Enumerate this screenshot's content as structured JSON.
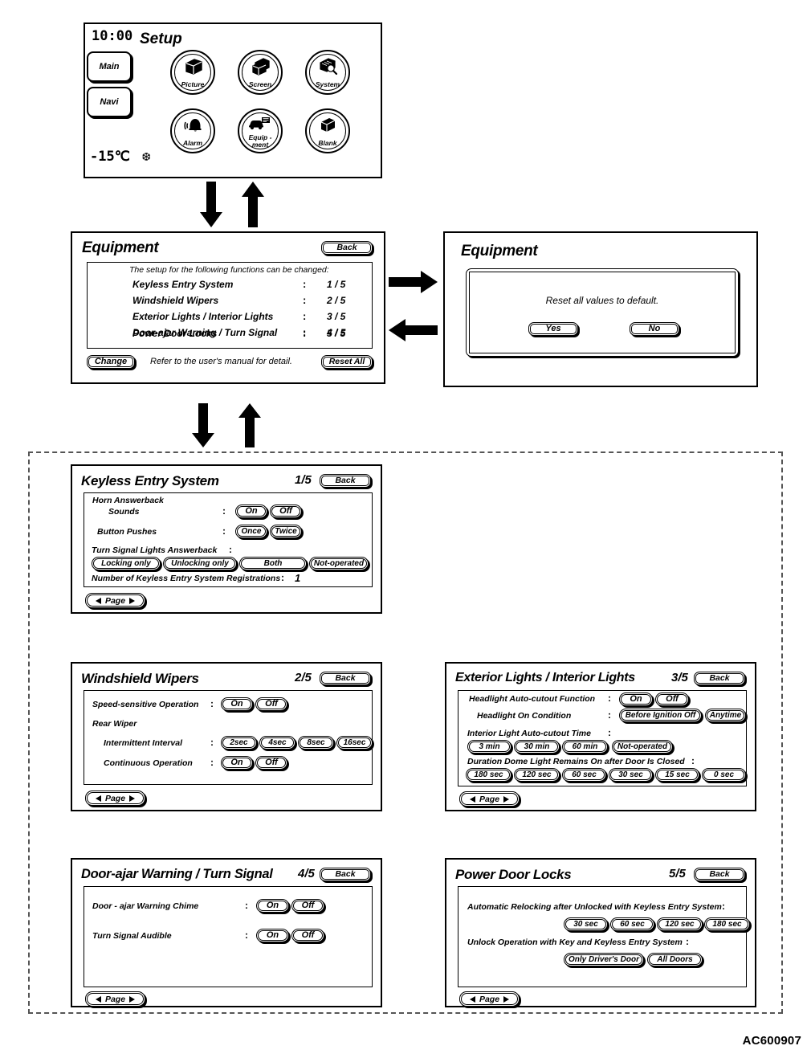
{
  "figure_code": "AC600907",
  "setup_screen": {
    "name": "Setup",
    "title": "Setup",
    "clock": "10:00",
    "temperature": "-15℃",
    "snowflake_icon": "❆",
    "side_buttons": [
      {
        "label": "Main",
        "icon": "main-button"
      },
      {
        "label": "Navi",
        "icon": "navi-button"
      }
    ],
    "menu_items": [
      {
        "label": "Picture",
        "icon": "picture-icon"
      },
      {
        "label": "Screen",
        "icon": "screen-icon"
      },
      {
        "label": "System",
        "icon": "system-icon"
      },
      {
        "label": "Alarm",
        "icon": "alarm-bell-icon"
      },
      {
        "label": "Equip -\nment",
        "label_line1": "Equip -",
        "label_line2": "ment",
        "icon": "equipment-car-icon"
      },
      {
        "label": "Blank",
        "icon": "blank-icon"
      }
    ]
  },
  "equipment_screen": {
    "title": "Equipment",
    "back_label": "Back",
    "intro": "The setup for the following functions can be  changed:",
    "rows": [
      {
        "label": "Keyless Entry System",
        "sep": ":",
        "value": "1 / 5"
      },
      {
        "label": "Windshield Wipers",
        "sep": ":",
        "value": "2 / 5"
      },
      {
        "label": "Exterior Lights / Interior Lights",
        "sep": ":",
        "value": "3 / 5"
      },
      {
        "label": "Door-ajar Warning / Turn Signal",
        "sep": ":",
        "value": "4 / 5"
      },
      {
        "label": "Power Door Locks",
        "sep": ":",
        "value": "5 / 5"
      }
    ],
    "change_label": "Change",
    "footer_note": "Refer to the user's manual for detail.",
    "reset_all_label": "Reset All"
  },
  "equipment_reset_dialog": {
    "title": "Equipment",
    "message": "Reset all values to default.",
    "yes_label": "Yes",
    "no_label": "No"
  },
  "panel_keyless": {
    "title": "Keyless Entry System",
    "page": "1/5",
    "back_label": "Back",
    "group_label": "Horn Answerback",
    "rows": [
      {
        "label": "Sounds",
        "sep": ":",
        "options": [
          "On",
          "Off"
        ]
      },
      {
        "label": "Button Pushes",
        "sep": ":",
        "options": [
          "Once",
          "Twice"
        ]
      }
    ],
    "turn_signal_label": "Turn Signal Lights Answerback",
    "turn_signal_sep": ":",
    "turn_signal_options": [
      "Locking only",
      "Unlocking only",
      "Both",
      "Not-operated"
    ],
    "registrations_label": "Number of Keyless Entry System Registrations",
    "registrations_sep": ":",
    "registrations_value": "1",
    "page_label": "Page"
  },
  "panel_wipers": {
    "title": "Windshield Wipers",
    "page": "2/5",
    "back_label": "Back",
    "speed_label": "Speed-sensitive Operation",
    "speed_sep": ":",
    "speed_options": [
      "On",
      "Off"
    ],
    "rear_wiper_label": "Rear Wiper",
    "interval_label": "Intermittent Interval",
    "interval_sep": ":",
    "interval_options": [
      "2sec",
      "4sec",
      "8sec",
      "16sec"
    ],
    "continuous_label": "Continuous Operation",
    "continuous_sep": ":",
    "continuous_options": [
      "On",
      "Off"
    ],
    "page_label": "Page"
  },
  "panel_lights": {
    "title": "Exterior Lights / Interior Lights",
    "page": "3/5",
    "back_label": "Back",
    "headlight_label": "Headlight Auto-cutout Function",
    "headlight_sep": ":",
    "headlight_options": [
      "On",
      "Off"
    ],
    "condition_label": "Headlight On Condition",
    "condition_sep": ":",
    "condition_options": [
      "Before Ignition Off",
      "Anytime"
    ],
    "interior_label": "Interior Light Auto-cutout Time",
    "interior_sep": ":",
    "interior_options": [
      "3 min",
      "30 min",
      "60 min",
      "Not-operated"
    ],
    "dome_label": "Duration Dome Light Remains On after Door Is  Closed",
    "dome_sep": ":",
    "dome_options": [
      "180 sec",
      "120 sec",
      "60 sec",
      "30 sec",
      "15 sec",
      "0 sec"
    ],
    "page_label": "Page"
  },
  "panel_doorajar": {
    "title": "Door-ajar Warning / Turn Signal",
    "page": "4/5",
    "back_label": "Back",
    "chime_label": "Door - ajar Warning Chime",
    "chime_sep": ":",
    "chime_options": [
      "On",
      "Off"
    ],
    "turn_label": "Turn Signal Audible",
    "turn_sep": ":",
    "turn_options": [
      "On",
      "Off"
    ],
    "page_label": "Page"
  },
  "panel_doorlocks": {
    "title": "Power Door Locks",
    "page": "5/5",
    "back_label": "Back",
    "relock_label": "Automatic Relocking after Unlocked with Keyless Entry System",
    "relock_sep": ":",
    "relock_options": [
      "30 sec",
      "60 sec",
      "120 sec",
      "180 sec"
    ],
    "unlock_label": "Unlock Operation with Key and Keyless Entry System",
    "unlock_sep": ":",
    "unlock_options": [
      "Only Driver's Door",
      "All Doors"
    ],
    "page_label": "Page"
  },
  "flow_arrows": [
    {
      "name": "arrow-setup-to-equipment",
      "direction": "down"
    },
    {
      "name": "arrow-equipment-to-setup",
      "direction": "up"
    },
    {
      "name": "arrow-equipment-to-reset",
      "direction": "right"
    },
    {
      "name": "arrow-reset-to-equipment",
      "direction": "left"
    },
    {
      "name": "arrow-equipment-to-pages",
      "direction": "down"
    },
    {
      "name": "arrow-pages-to-equipment",
      "direction": "up"
    }
  ]
}
